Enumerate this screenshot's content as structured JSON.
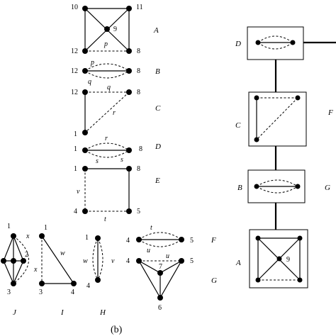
{
  "caption": "(b)",
  "graphs": [
    {
      "id": "A",
      "vertex_labels": [
        "10",
        "11",
        "9",
        "12",
        "8"
      ],
      "edge_labels": [
        "p"
      ]
    },
    {
      "id": "B",
      "vertex_labels": [
        "12",
        "8"
      ],
      "edge_labels": [
        "p",
        "q"
      ]
    },
    {
      "id": "C",
      "vertex_labels": [
        "12",
        "8",
        "1"
      ],
      "edge_labels": [
        "q",
        "r"
      ]
    },
    {
      "id": "D",
      "vertex_labels": [
        "1",
        "8"
      ],
      "edge_labels": [
        "r",
        "s",
        "s"
      ]
    },
    {
      "id": "E",
      "vertex_labels": [
        "1",
        "8",
        "4",
        "5"
      ],
      "edge_labels": [
        "v",
        "t"
      ]
    },
    {
      "id": "F",
      "vertex_labels": [
        "4",
        "5"
      ],
      "edge_labels": [
        "t",
        "u"
      ]
    },
    {
      "id": "G",
      "vertex_labels": [
        "4",
        "5",
        "7",
        "6"
      ],
      "edge_labels": [
        "u"
      ]
    },
    {
      "id": "J",
      "vertex_labels": [
        "1",
        "2",
        "3"
      ],
      "edge_labels": [
        "x"
      ]
    },
    {
      "id": "I",
      "vertex_labels": [
        "1",
        "3",
        "4"
      ],
      "edge_labels": [
        "w",
        "x"
      ]
    },
    {
      "id": "H",
      "vertex_labels": [
        "1",
        "4"
      ],
      "edge_labels": [
        "w",
        "v"
      ]
    }
  ],
  "tree": {
    "node_labels": [
      "D",
      "C",
      "B",
      "A"
    ],
    "side_labels": [
      "F",
      "G"
    ],
    "inner_vertex_label": "9"
  }
}
